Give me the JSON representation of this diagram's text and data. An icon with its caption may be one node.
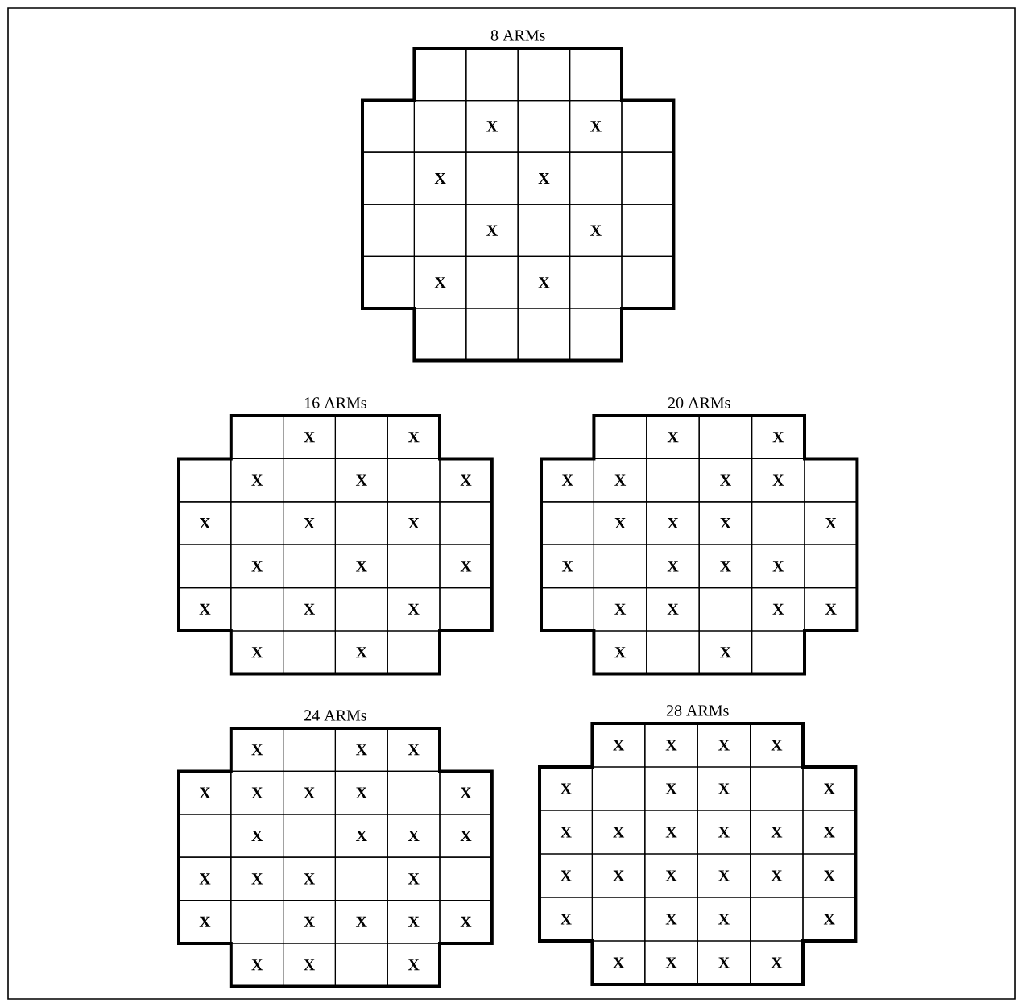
{
  "diagram": {
    "nodes": [
      {
        "text": [
          "8 ARMs"
        ]
      },
      {
        "text": [],
        "shape": "box",
        "in": 0
      },
      {
        "text": [],
        "shape": "box",
        "in": 0
      },
      {
        "text": [],
        "shape": "box",
        "in": 0
      },
      {
        "text": [],
        "shape": "box",
        "in": 0
      },
      {
        "text": [],
        "shape": "box",
        "in": 0
      },
      {
        "text": [],
        "shape": "box",
        "in": 0
      },
      {
        "text": [
          "X"
        ],
        "in": 0
      },
      {
        "text": [],
        "shape": "box",
        "in": 0
      },
      {
        "text": [
          "X"
        ],
        "in": 0
      },
      {
        "text": [],
        "shape": "box",
        "in": 0
      },
      {
        "text": [],
        "shape": "box",
        "in": 0
      },
      {
        "text": [
          "X"
        ],
        "in": 0
      },
      {
        "text": [],
        "shape": "box",
        "in": 0
      },
      {
        "text": [
          "X"
        ],
        "in": 0
      },
      {
        "text": [],
        "shape": "box",
        "in": 0
      },
      {
        "text": [],
        "shape": "box",
        "in": 0
      },
      {
        "text": [],
        "shape": "box",
        "in": 0
      },
      {
        "text": [],
        "shape": "box",
        "in": 0
      },
      {
        "text": [
          "X"
        ],
        "in": 0
      },
      {
        "text": [],
        "shape": "box",
        "in": 0
      },
      {
        "text": [
          "X"
        ],
        "in": 0
      },
      {
        "text": [],
        "shape": "box",
        "in": 0
      },
      {
        "text": [],
        "shape": "box",
        "in": 0
      },
      {
        "text": [
          "X"
        ],
        "in": 0
      },
      {
        "text": [],
        "shape": "box",
        "in": 0
      },
      {
        "text": [
          "X"
        ],
        "in": 0
      },
      {
        "text": [],
        "shape": "box",
        "in": 0
      },
      {
        "text": [],
        "shape": "box",
        "in": 0
      },
      {
        "text": [],
        "shape": "box",
        "in": 0
      },
      {
        "text": [],
        "shape": "box",
        "in": 0
      },
      {
        "text": [],
        "shape": "box",
        "in": 0
      },
      {
        "text": [],
        "shape": "box",
        "in": 0
      },
      {
        "text": [
          "16 ARMs"
        ]
      },
      {
        "text": [],
        "shape": "box",
        "in": 33
      },
      {
        "text": [
          "X"
        ],
        "in": 33
      },
      {
        "text": [],
        "shape": "box",
        "in": 33
      },
      {
        "text": [
          "X"
        ],
        "in": 33
      },
      {
        "text": [],
        "shape": "box",
        "in": 33
      },
      {
        "text": [
          "X"
        ],
        "in": 33
      },
      {
        "text": [],
        "shape": "box",
        "in": 33
      },
      {
        "text": [
          "X"
        ],
        "in": 33
      },
      {
        "text": [],
        "shape": "box",
        "in": 33
      },
      {
        "text": [
          "X"
        ],
        "in": 33
      },
      {
        "text": [
          "X"
        ],
        "in": 33
      },
      {
        "text": [],
        "shape": "box",
        "in": 33
      },
      {
        "text": [
          "X"
        ],
        "in": 33
      },
      {
        "text": [],
        "shape": "box",
        "in": 33
      },
      {
        "text": [
          "X"
        ],
        "in": 33
      },
      {
        "text": [],
        "shape": "box",
        "in": 33
      },
      {
        "text": [],
        "shape": "box",
        "in": 33
      },
      {
        "text": [
          "X"
        ],
        "in": 33
      },
      {
        "text": [],
        "shape": "box",
        "in": 33
      },
      {
        "text": [
          "X"
        ],
        "in": 33
      },
      {
        "text": [],
        "shape": "box",
        "in": 33
      },
      {
        "text": [
          "X"
        ],
        "in": 33
      },
      {
        "text": [
          "X"
        ],
        "in": 33
      },
      {
        "text": [],
        "shape": "box",
        "in": 33
      },
      {
        "text": [
          "X"
        ],
        "in": 33
      },
      {
        "text": [],
        "shape": "box",
        "in": 33
      },
      {
        "text": [
          "X"
        ],
        "in": 33
      },
      {
        "text": [],
        "shape": "box",
        "in": 33
      },
      {
        "text": [
          "X"
        ],
        "in": 33
      },
      {
        "text": [],
        "shape": "box",
        "in": 33
      },
      {
        "text": [
          "X"
        ],
        "in": 33
      },
      {
        "text": [],
        "shape": "box",
        "in": 33
      },
      {
        "text": [
          "20 ARMs"
        ]
      },
      {
        "text": [],
        "shape": "box",
        "in": 66
      },
      {
        "text": [
          "X"
        ],
        "in": 66
      },
      {
        "text": [],
        "shape": "box",
        "in": 66
      },
      {
        "text": [
          "X"
        ],
        "in": 66
      },
      {
        "text": [
          "X"
        ],
        "in": 66
      },
      {
        "text": [
          "X"
        ],
        "in": 66
      },
      {
        "text": [],
        "shape": "box",
        "in": 66
      },
      {
        "text": [
          "X"
        ],
        "in": 66
      },
      {
        "text": [
          "X"
        ],
        "in": 66
      },
      {
        "text": [],
        "shape": "box",
        "in": 66
      },
      {
        "text": [],
        "shape": "box",
        "in": 66
      },
      {
        "text": [
          "X"
        ],
        "in": 66
      },
      {
        "text": [
          "X"
        ],
        "in": 66
      },
      {
        "text": [
          "X"
        ],
        "in": 66
      },
      {
        "text": [],
        "shape": "box",
        "in": 66
      },
      {
        "text": [
          "X"
        ],
        "in": 66
      },
      {
        "text": [
          "X"
        ],
        "in": 66
      },
      {
        "text": [],
        "shape": "box",
        "in": 66
      },
      {
        "text": [
          "X"
        ],
        "in": 66
      },
      {
        "text": [
          "X"
        ],
        "in": 66
      },
      {
        "text": [
          "X"
        ],
        "in": 66
      },
      {
        "text": [],
        "shape": "box",
        "in": 66
      },
      {
        "text": [],
        "shape": "box",
        "in": 66
      },
      {
        "text": [
          "X"
        ],
        "in": 66
      },
      {
        "text": [
          "X"
        ],
        "in": 66
      },
      {
        "text": [],
        "shape": "box",
        "in": 66
      },
      {
        "text": [
          "X"
        ],
        "in": 66
      },
      {
        "text": [
          "X"
        ],
        "in": 66
      },
      {
        "text": [
          "X"
        ],
        "in": 66
      },
      {
        "text": [],
        "shape": "box",
        "in": 66
      },
      {
        "text": [
          "X"
        ],
        "in": 66
      },
      {
        "text": [],
        "shape": "box",
        "in": 66
      },
      {
        "text": [
          "24 ARMs"
        ]
      },
      {
        "text": [
          "X"
        ],
        "in": 99
      },
      {
        "text": [],
        "shape": "box",
        "in": 99
      },
      {
        "text": [
          "X"
        ],
        "in": 99
      },
      {
        "text": [
          "X"
        ],
        "in": 99
      },
      {
        "text": [
          "X"
        ],
        "in": 99
      },
      {
        "text": [
          "X"
        ],
        "in": 99
      },
      {
        "text": [
          "X"
        ],
        "in": 99
      },
      {
        "text": [
          "X"
        ],
        "in": 99
      },
      {
        "text": [],
        "shape": "box",
        "in": 99
      },
      {
        "text": [
          "X"
        ],
        "in": 99
      },
      {
        "text": [],
        "shape": "box",
        "in": 99
      },
      {
        "text": [
          "X"
        ],
        "in": 99
      },
      {
        "text": [],
        "shape": "box",
        "in": 99
      },
      {
        "text": [
          "X"
        ],
        "in": 99
      },
      {
        "text": [
          "X"
        ],
        "in": 99
      },
      {
        "text": [
          "X"
        ],
        "in": 99
      },
      {
        "text": [
          "X"
        ],
        "in": 99
      },
      {
        "text": [
          "X"
        ],
        "in": 99
      },
      {
        "text": [
          "X"
        ],
        "in": 99
      },
      {
        "text": [],
        "shape": "box",
        "in": 99
      },
      {
        "text": [
          "X"
        ],
        "in": 99
      },
      {
        "text": [],
        "shape": "box",
        "in": 99
      },
      {
        "text": [
          "X"
        ],
        "in": 99
      },
      {
        "text": [],
        "shape": "box",
        "in": 99
      },
      {
        "text": [
          "X"
        ],
        "in": 99
      },
      {
        "text": [
          "X"
        ],
        "in": 99
      },
      {
        "text": [
          "X"
        ],
        "in": 99
      },
      {
        "text": [
          "X"
        ],
        "in": 99
      },
      {
        "text": [
          "X"
        ],
        "in": 99
      },
      {
        "text": [
          "X"
        ],
        "in": 99
      },
      {
        "text": [],
        "shape": "box",
        "in": 99
      },
      {
        "text": [
          "X"
        ],
        "in": 99
      },
      {
        "text": [
          "28 ARMs"
        ]
      },
      {
        "text": [
          "X"
        ],
        "in": 132
      },
      {
        "text": [
          "X"
        ],
        "in": 132
      },
      {
        "text": [
          "X"
        ],
        "in": 132
      },
      {
        "text": [
          "X"
        ],
        "in": 132
      },
      {
        "text": [
          "X"
        ],
        "in": 132
      },
      {
        "text": [],
        "shape": "box",
        "in": 132
      },
      {
        "text": [
          "X"
        ],
        "in": 132
      },
      {
        "text": [
          "X"
        ],
        "in": 132
      },
      {
        "text": [],
        "shape": "box",
        "in": 132
      },
      {
        "text": [
          "X"
        ],
        "in": 132
      },
      {
        "text": [
          "X"
        ],
        "in": 132
      },
      {
        "text": [
          "X"
        ],
        "in": 132
      },
      {
        "text": [
          "X"
        ],
        "in": 132
      },
      {
        "text": [
          "X"
        ],
        "in": 132
      },
      {
        "text": [
          "X"
        ],
        "in": 132
      },
      {
        "text": [
          "X"
        ],
        "in": 132
      },
      {
        "text": [
          "X"
        ],
        "in": 132
      },
      {
        "text": [
          "X"
        ],
        "in": 132
      },
      {
        "text": [
          "X"
        ],
        "in": 132
      },
      {
        "text": [
          "X"
        ],
        "in": 132
      },
      {
        "text": [
          "X"
        ],
        "in": 132
      },
      {
        "text": [
          "X"
        ],
        "in": 132
      },
      {
        "text": [
          "X"
        ],
        "in": 132
      },
      {
        "text": [],
        "shape": "box",
        "in": 132
      },
      {
        "text": [
          "X"
        ],
        "in": 132
      },
      {
        "text": [
          "X"
        ],
        "in": 132
      },
      {
        "text": [],
        "shape": "box",
        "in": 132
      },
      {
        "text": [
          "X"
        ],
        "in": 132
      },
      {
        "text": [
          "X"
        ],
        "in": 132
      },
      {
        "text": [
          "X"
        ],
        "in": 132
      },
      {
        "text": [
          "X"
        ],
        "in": 132
      },
      {
        "text": [
          "X"
        ],
        "in": 132
      }
    ]
  }
}
